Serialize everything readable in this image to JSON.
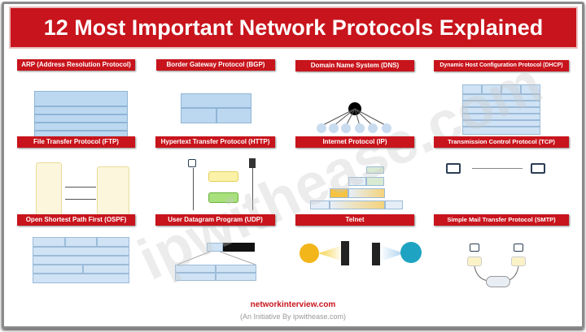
{
  "title": "12 Most Important Network Protocols Explained",
  "panels": [
    {
      "label": "ARP (Address Resolution Protocol)"
    },
    {
      "label": "Border Gateway Protocol (BGP)"
    },
    {
      "label": "Domain Name System (DNS)"
    },
    {
      "label": "Dynamic Host Configuration Protocol (DHCP)"
    },
    {
      "label": "File Transfer Protocol (FTP)"
    },
    {
      "label": "Hypertext Transfer Protocol (HTTP)"
    },
    {
      "label": "Internet Protocol (IP)"
    },
    {
      "label": "Transmission Control Protocol (TCP)"
    },
    {
      "label": "Open Shortest Path First (OSPF)"
    },
    {
      "label": "User Datagram Program (UDP)"
    },
    {
      "label": "Telnet"
    },
    {
      "label": "Simple Mail Transfer Protocol (SMTP)"
    }
  ],
  "footer": {
    "site": "networkinterview.com",
    "initiative": "(An Initiative By ipwithease.com)"
  },
  "watermark": "ipwithease.com",
  "colors": {
    "accent": "#c8141c",
    "diagram_blue": "#bcd8f0"
  }
}
